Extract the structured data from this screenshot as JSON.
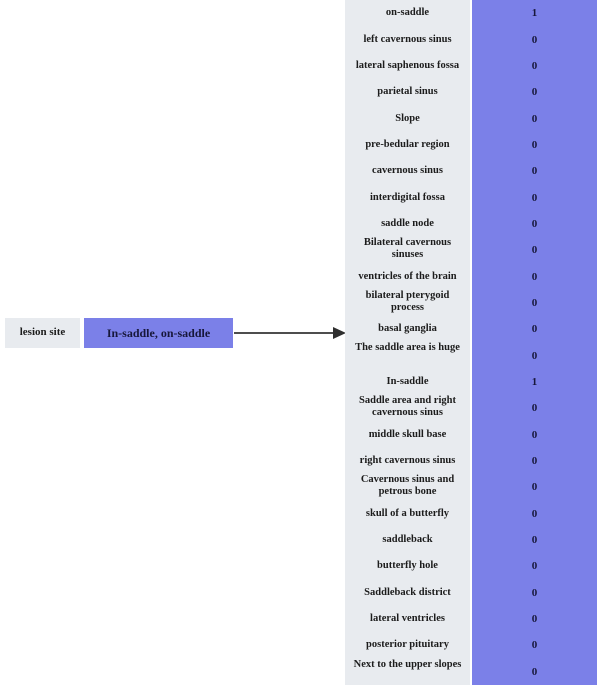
{
  "diagram": {
    "type": "attribute-value-flow",
    "source": {
      "label": "lesion site",
      "value": "In-saddle, on-saddle"
    },
    "connector": {
      "icon": "arrow-right-icon",
      "direction": "right"
    },
    "colors": {
      "label_bg": "#e8ebef",
      "value_bg": "#7b80e8",
      "text": "#1c1c1c",
      "value_text": "#17173a",
      "arrow": "#4d4d4d"
    },
    "table": {
      "columns": [
        "label",
        "value"
      ],
      "rows": [
        {
          "label": "on-saddle",
          "value": "1",
          "lines": 1
        },
        {
          "label": "left cavernous sinus",
          "value": "0",
          "lines": 1
        },
        {
          "label": "lateral saphenous fossa",
          "value": "0",
          "lines": 1
        },
        {
          "label": "parietal sinus",
          "value": "0",
          "lines": 1
        },
        {
          "label": "Slope",
          "value": "0",
          "lines": 1
        },
        {
          "label": "pre-bedular region",
          "value": "0",
          "lines": 1
        },
        {
          "label": "cavernous sinus",
          "value": "0",
          "lines": 1
        },
        {
          "label": "interdigital fossa",
          "value": "0",
          "lines": 1
        },
        {
          "label": "saddle node",
          "value": "0",
          "lines": 1
        },
        {
          "label": "Bilateral cavernous sinuses",
          "value": "0",
          "lines": 2
        },
        {
          "label": "ventricles of the brain",
          "value": "0",
          "lines": 1
        },
        {
          "label": "bilateral pterygoid process",
          "value": "0",
          "lines": 2
        },
        {
          "label": "basal ganglia",
          "value": "0",
          "lines": 1
        },
        {
          "label": "The saddle area is huge",
          "value": "0",
          "lines": 2
        },
        {
          "label": "In-saddle",
          "value": "1",
          "lines": 1
        },
        {
          "label": "Saddle area and right cavernous sinus",
          "value": "0",
          "lines": 2
        },
        {
          "label": "middle skull base",
          "value": "0",
          "lines": 1
        },
        {
          "label": "right cavernous sinus",
          "value": "0",
          "lines": 1
        },
        {
          "label": "Cavernous sinus and petrous bone",
          "value": "0",
          "lines": 2
        },
        {
          "label": "skull of a butterfly",
          "value": "0",
          "lines": 1
        },
        {
          "label": "saddleback",
          "value": "0",
          "lines": 1
        },
        {
          "label": "butterfly hole",
          "value": "0",
          "lines": 1
        },
        {
          "label": "Saddleback district",
          "value": "0",
          "lines": 1
        },
        {
          "label": "lateral ventricles",
          "value": "0",
          "lines": 1
        },
        {
          "label": "posterior pituitary",
          "value": "0",
          "lines": 1
        },
        {
          "label": "Next to the upper slopes",
          "value": "0",
          "lines": 2
        }
      ]
    }
  }
}
